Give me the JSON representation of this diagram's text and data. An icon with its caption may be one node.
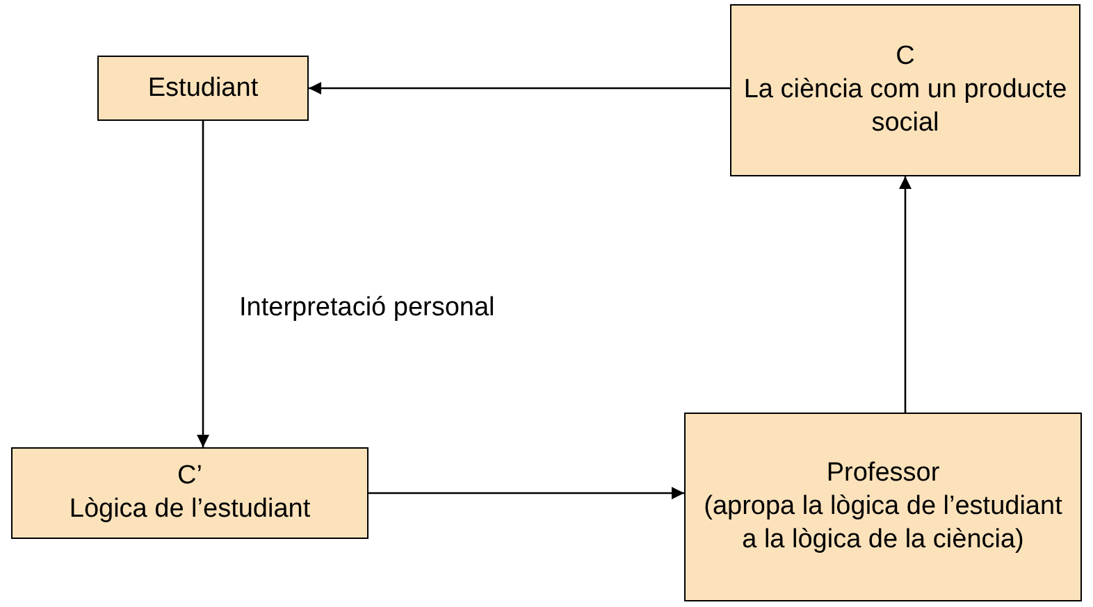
{
  "diagram": {
    "nodes": [
      {
        "text": [
          "Estudiant"
        ]
      },
      {
        "text": [
          "C",
          "La ciència com un producte social"
        ]
      },
      {
        "text": [
          "C’",
          "Lògica de l’estudiant"
        ]
      },
      {
        "text": [
          "Professor",
          "(apropa la lògica de l’estudiant a la lògica de la ciència)"
        ]
      }
    ],
    "edges": [
      {
        "from": 1,
        "to": 0,
        "arrow": "to"
      },
      {
        "from": 0,
        "to": 2,
        "arrow": "to",
        "label": "Interpretació personal"
      },
      {
        "from": 2,
        "to": 3,
        "arrow": "to"
      },
      {
        "from": 3,
        "to": 1,
        "arrow": "to"
      }
    ]
  }
}
